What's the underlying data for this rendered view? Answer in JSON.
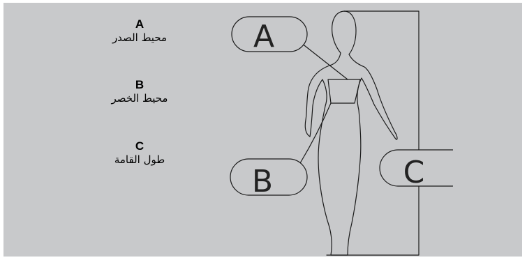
{
  "colors": {
    "background": "#c8c9cb",
    "line": "#1a1a1a",
    "bubble_fill": "#c8c9cb"
  },
  "legend": [
    {
      "letter": "A",
      "name": "محيط الصدر"
    },
    {
      "letter": "B",
      "name": "محيط الخصر"
    },
    {
      "letter": "C",
      "name": "طول القامة"
    }
  ],
  "diagram": {
    "bubbles": [
      {
        "label": "A"
      },
      {
        "label": "B"
      },
      {
        "label": "C"
      }
    ]
  }
}
